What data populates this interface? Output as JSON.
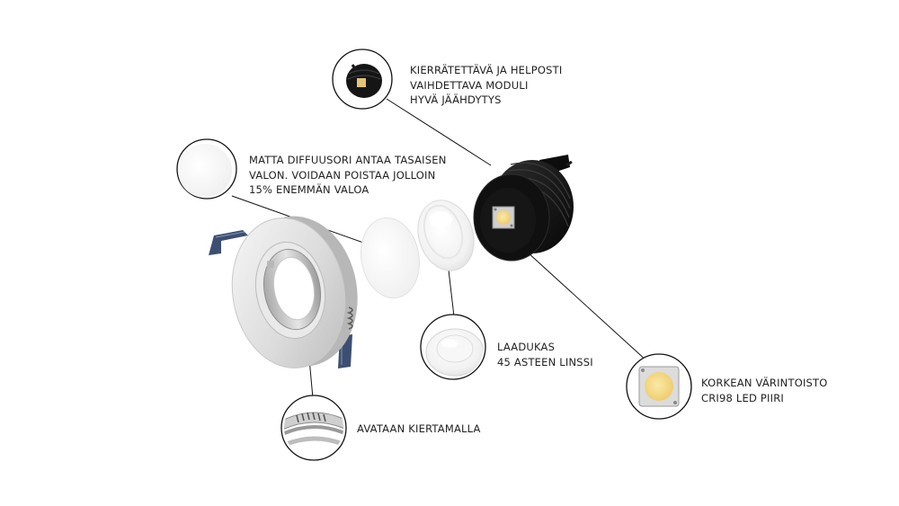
{
  "colors": {
    "background": "#ffffff",
    "text": "#222222",
    "leader_line": "#111111",
    "housing_dark": "#141414",
    "aluminium": "#d8d8d8",
    "led_yellow": "#f2d27a",
    "clip_blue": "#3c4f72"
  },
  "callouts": {
    "module": {
      "icon": "led-module-icon",
      "lines": [
        "KIERRÄTETTÄVÄ JA HELPOSTI",
        "VAIHDETTAVA MODULI",
        "HYVÄ JÄÄHDYTYS"
      ]
    },
    "diffuser": {
      "icon": "diffuser-icon",
      "lines": [
        "MATTA DIFFUUSORI ANTAA TASAISEN",
        "VALON. VOIDAAN POISTAA JOLLOIN",
        "15% ENEMMÄN VALOA"
      ]
    },
    "lens": {
      "icon": "lens-icon",
      "lines": [
        "LAADUKAS",
        "45 ASTEEN LINSSI"
      ]
    },
    "chip": {
      "icon": "led-chip-icon",
      "lines": [
        "KORKEAN VÄRINTOISTO",
        "CRI98 LED PIIRI"
      ]
    },
    "housing": {
      "icon": "twist-ring-icon",
      "lines": [
        "AVATAAN KIERTAMALLA"
      ]
    }
  }
}
